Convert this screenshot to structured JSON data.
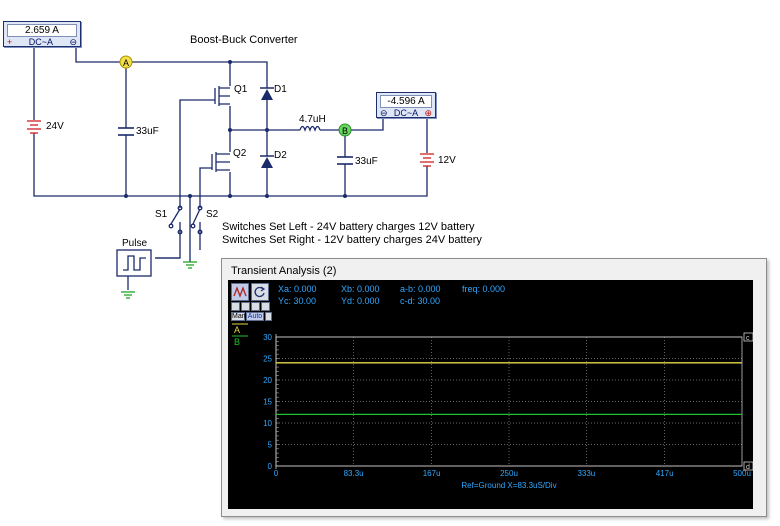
{
  "circuit": {
    "title": "Boost-Buck Converter",
    "ammeter_left": {
      "value": "2.659 A",
      "mode": "DC~A",
      "plus": "+",
      "minus": "⊖"
    },
    "ammeter_right": {
      "value": "-4.596 A",
      "mode": "DC~A",
      "minus": "⊖",
      "plus": "⊕"
    },
    "battery_left": "24V",
    "battery_right": "12V",
    "cap_left": "33uF",
    "cap_right": "33uF",
    "inductor": "4.7uH",
    "q1": "Q1",
    "q2": "Q2",
    "d1": "D1",
    "d2": "D2",
    "probe_a": "A",
    "probe_b": "B",
    "switch_1": "S1",
    "switch_2": "S2",
    "pulse": "Pulse",
    "note_line1": "Switches Set Left - 24V battery charges 12V battery",
    "note_line2": "Switches Set Right - 12V battery charges 24V battery"
  },
  "analysis": {
    "title": "Transient Analysis (2)",
    "cursors": {
      "xa": "Xa: 0.000",
      "xb": "Xb: 0.000",
      "ab": "a-b: 0.000",
      "freq": "freq: 0.000",
      "yc": "Yc: 30.00",
      "yd": "Yd: 0.000",
      "cd": "c-d: 30.00"
    },
    "toolbar": {
      "man": "Man",
      "auto": "Auto"
    },
    "legend": [
      "A",
      "B"
    ],
    "marker_c": "c",
    "marker_d": "d",
    "footer": "Ref=Ground  X=83.3uS/Div",
    "colors": {
      "A": "#e6d84a",
      "B": "#22c02a",
      "grid": "#8a8a8a"
    }
  },
  "chart_data": {
    "type": "line",
    "x_ticks": [
      "0",
      "83.3u",
      "167u",
      "250u",
      "333u",
      "417u",
      "500u"
    ],
    "y_ticks": [
      "0",
      "5",
      "10",
      "15",
      "20",
      "25",
      "30"
    ],
    "xlim": [
      0,
      500
    ],
    "ylim": [
      0,
      30
    ],
    "x": [
      0,
      83.3,
      167,
      250,
      333,
      417,
      500
    ],
    "series": [
      {
        "name": "A",
        "values": [
          24,
          24,
          24,
          24,
          24,
          24,
          24
        ]
      },
      {
        "name": "B",
        "values": [
          12,
          12,
          12,
          12,
          12,
          12,
          12
        ]
      }
    ],
    "xlabel": "Ref=Ground  X=83.3uS/Div",
    "grid": true
  }
}
